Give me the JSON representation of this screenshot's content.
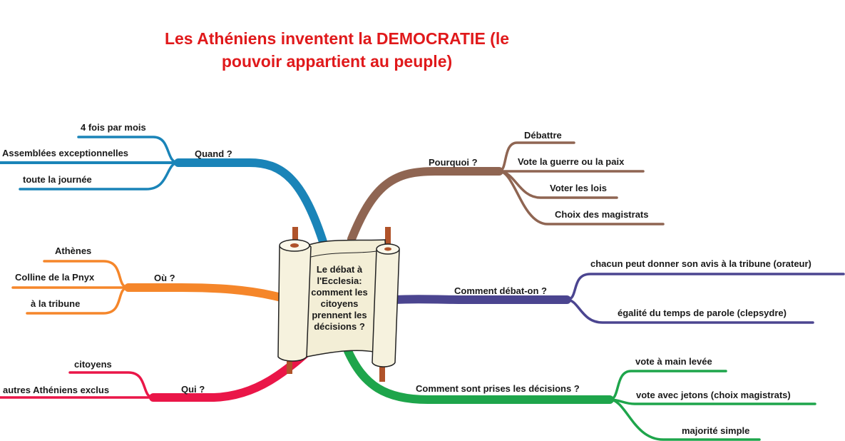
{
  "title": "Les Athéniens inventent la DEMOCRATIE (le pouvoir appartient au peuple)",
  "center": "Le débat à l'Ecclesia: comment les citoyens prennent les décisions ?",
  "colors": {
    "quand": "#1a84b8",
    "ou": "#f5862a",
    "qui": "#ea1648",
    "pourquoi": "#8f6552",
    "debat": "#4b4590",
    "decisions": "#1ea54b",
    "title": "#e0191b"
  },
  "branches": {
    "quand": {
      "label": "Quand ?",
      "items": [
        "4 fois par mois",
        "Assemblées exceptionnelles",
        "toute la journée"
      ]
    },
    "ou": {
      "label": "Où ?",
      "items": [
        "Athènes",
        "Colline de la Pnyx",
        "à la tribune"
      ]
    },
    "qui": {
      "label": "Qui ?",
      "items": [
        "citoyens",
        "autres Athéniens exclus"
      ]
    },
    "pourquoi": {
      "label": "Pourquoi ?",
      "items": [
        "Débattre",
        "Vote la guerre ou la paix",
        "Voter les lois",
        "Choix des magistrats"
      ]
    },
    "debat": {
      "label": "Comment débat-on ?",
      "items": [
        "chacun peut donner son avis à la tribune (orateur)",
        "égalité du temps de parole (clepsydre)"
      ]
    },
    "decisions": {
      "label": "Comment sont prises les décisions ?",
      "items": [
        "vote à main levée",
        "vote avec jetons (choix magistrats)",
        "majorité simple"
      ]
    }
  }
}
